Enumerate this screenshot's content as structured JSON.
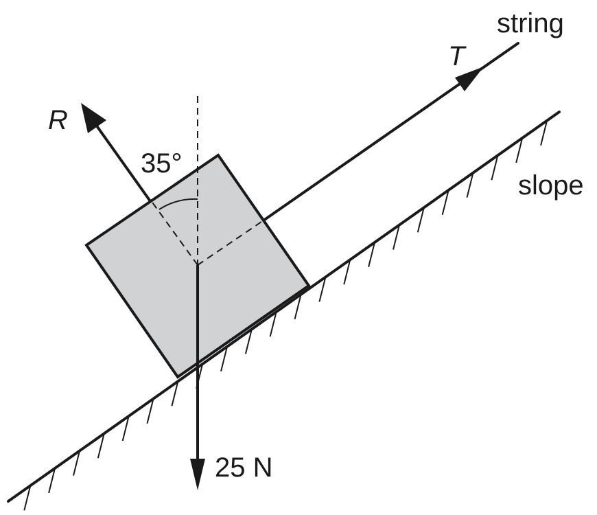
{
  "diagram": {
    "labels": {
      "string": "string",
      "slope": "slope",
      "tension": "T",
      "reaction": "R",
      "angle": "35°",
      "weight": "25 N"
    },
    "colors": {
      "block_fill": "#d1d2d4",
      "line": "#1a1a1a",
      "background": "#ffffff"
    }
  }
}
